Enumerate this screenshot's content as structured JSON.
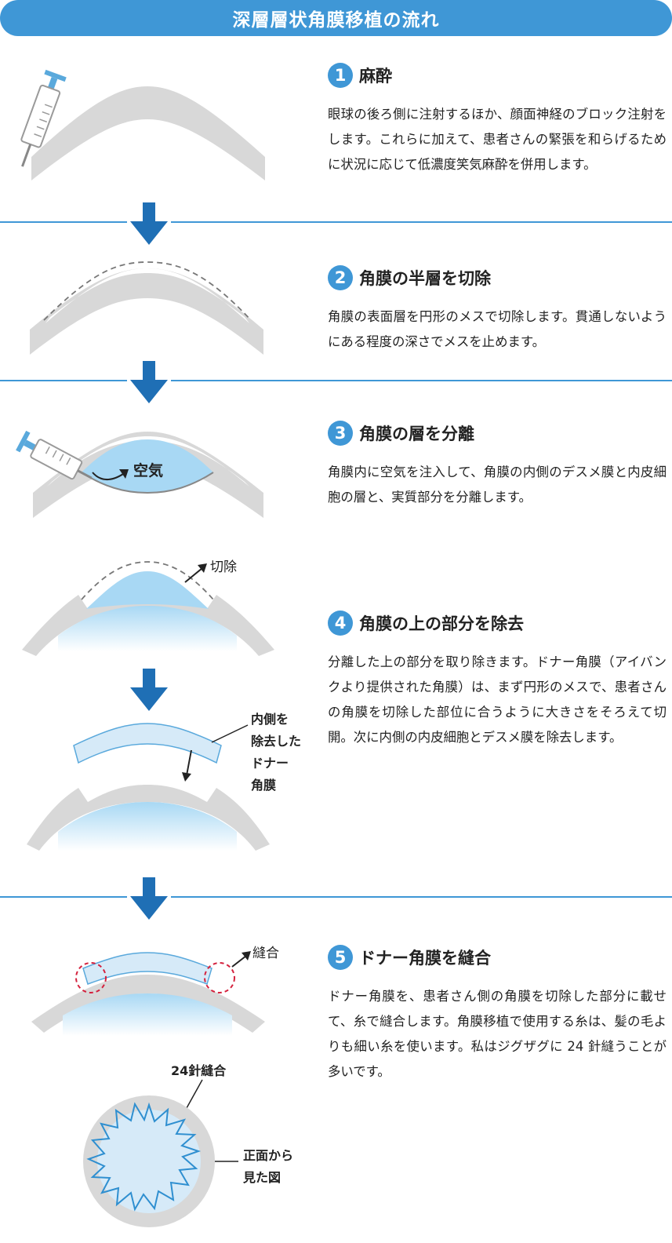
{
  "title": "深層層状角膜移植の流れ",
  "steps": [
    {
      "num": "1",
      "title": "麻酔",
      "body": "眼球の後ろ側に注射するほか、顔面神経のブロック注射をします。これらに加えて、患者さんの緊張を和らげるために状況に応じて低濃度笑気麻酔を併用します。"
    },
    {
      "num": "2",
      "title": "角膜の半層を切除",
      "body": "角膜の表面層を円形のメスで切除します。貫通しないようにある程度の深さでメスを止めます。"
    },
    {
      "num": "3",
      "title": "角膜の層を分離",
      "body": "角膜内に空気を注入して、角膜の内側のデスメ膜と内皮細胞の層と、実質部分を分離します。"
    },
    {
      "num": "4",
      "title": "角膜の上の部分を除去",
      "body": "分離した上の部分を取り除きます。ドナー角膜（アイバンクより提供された角膜）は、まず円形のメスで、患者さんの角膜を切除した部位に合うように大きさをそろえて切開。次に内側の内皮細胞とデスメ膜を除去します。"
    },
    {
      "num": "5",
      "title": "ドナー角膜を縫合",
      "body": "ドナー角膜を、患者さん側の角膜を切除した部分に載せて、糸で縫合します。角膜移植で使用する糸は、髪の毛よりも細い糸を使います。私はジグザグに 24 針縫うことが多いです。"
    }
  ],
  "labels": {
    "air": "空気",
    "excision": "切除",
    "donor_1": "内側を",
    "donor_2": "除去した",
    "donor_3": "ドナー",
    "donor_4": "角膜",
    "suture": "縫合",
    "stitches": "24針縫合",
    "front_1": "正面から",
    "front_2": "見た図"
  },
  "colors": {
    "accent": "#3f97d6",
    "arrow": "#1f6fb5",
    "cornea": "#d8d8d8",
    "air": "#a8d8f4",
    "donor": "#d6eaf8",
    "suture_mark": "#d4213d"
  }
}
